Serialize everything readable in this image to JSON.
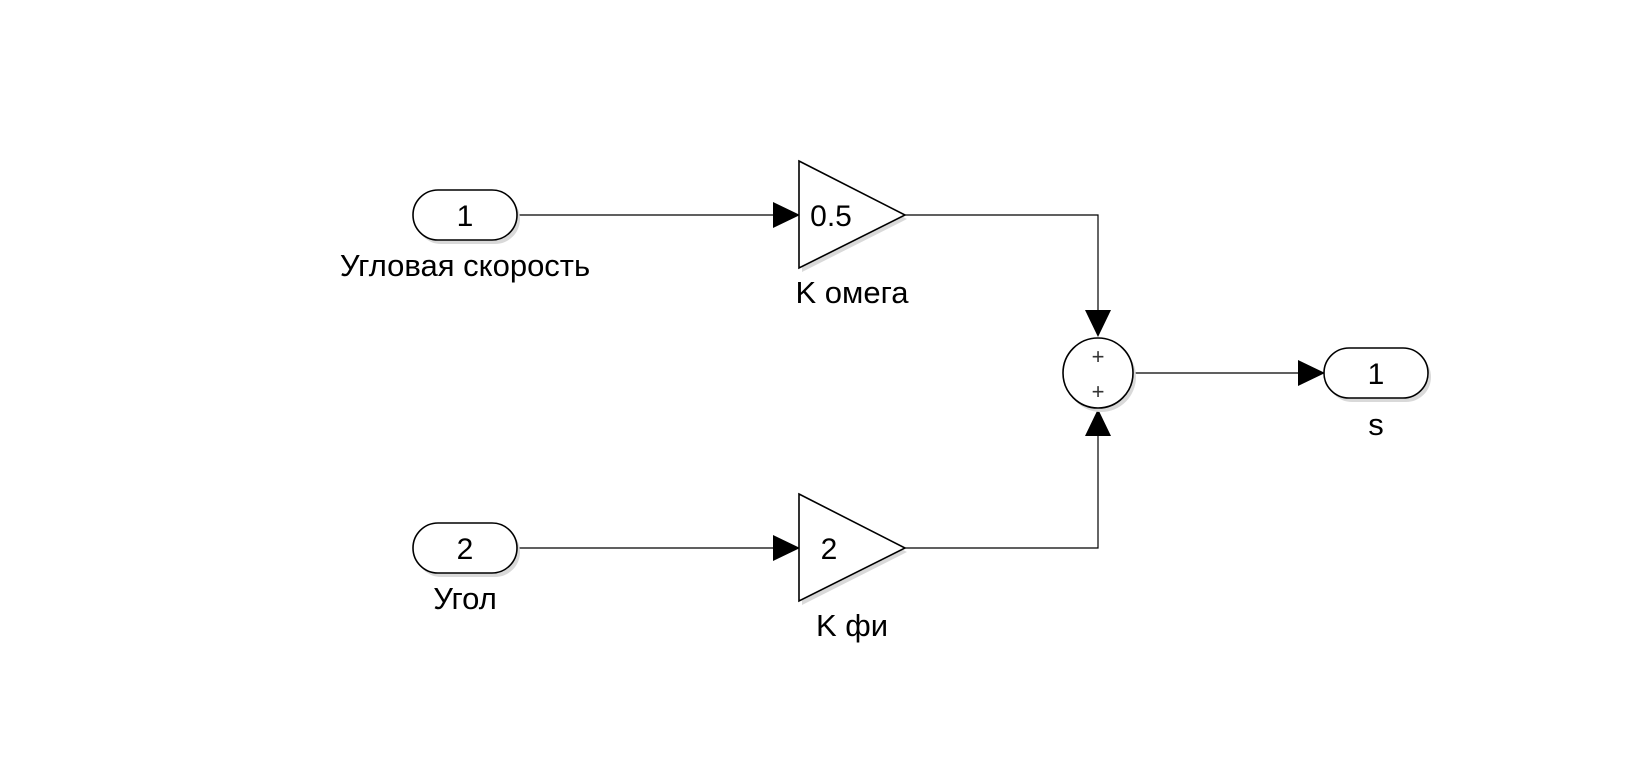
{
  "diagram": {
    "inports": [
      {
        "number": "1",
        "name": "Угловая скорость"
      },
      {
        "number": "2",
        "name": "Угол"
      }
    ],
    "gains": [
      {
        "value": "0.5",
        "name": "K омега"
      },
      {
        "value": "2",
        "name": "K фи"
      }
    ],
    "sum": {
      "signs": [
        "+",
        "+"
      ]
    },
    "outport": {
      "number": "1",
      "name": "s"
    }
  }
}
